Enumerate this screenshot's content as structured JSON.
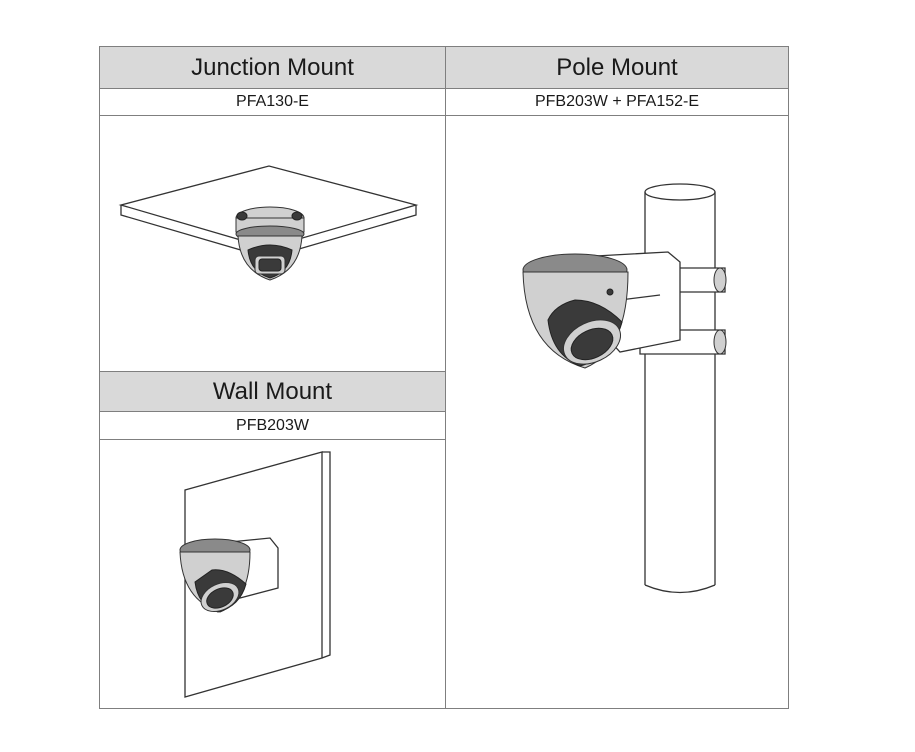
{
  "junction": {
    "title": "Junction Mount",
    "model": "PFA130-E"
  },
  "pole": {
    "title": "Pole Mount",
    "model": "PFB203W + PFA152-E"
  },
  "wall": {
    "title": "Wall Mount",
    "model": "PFB203W"
  }
}
